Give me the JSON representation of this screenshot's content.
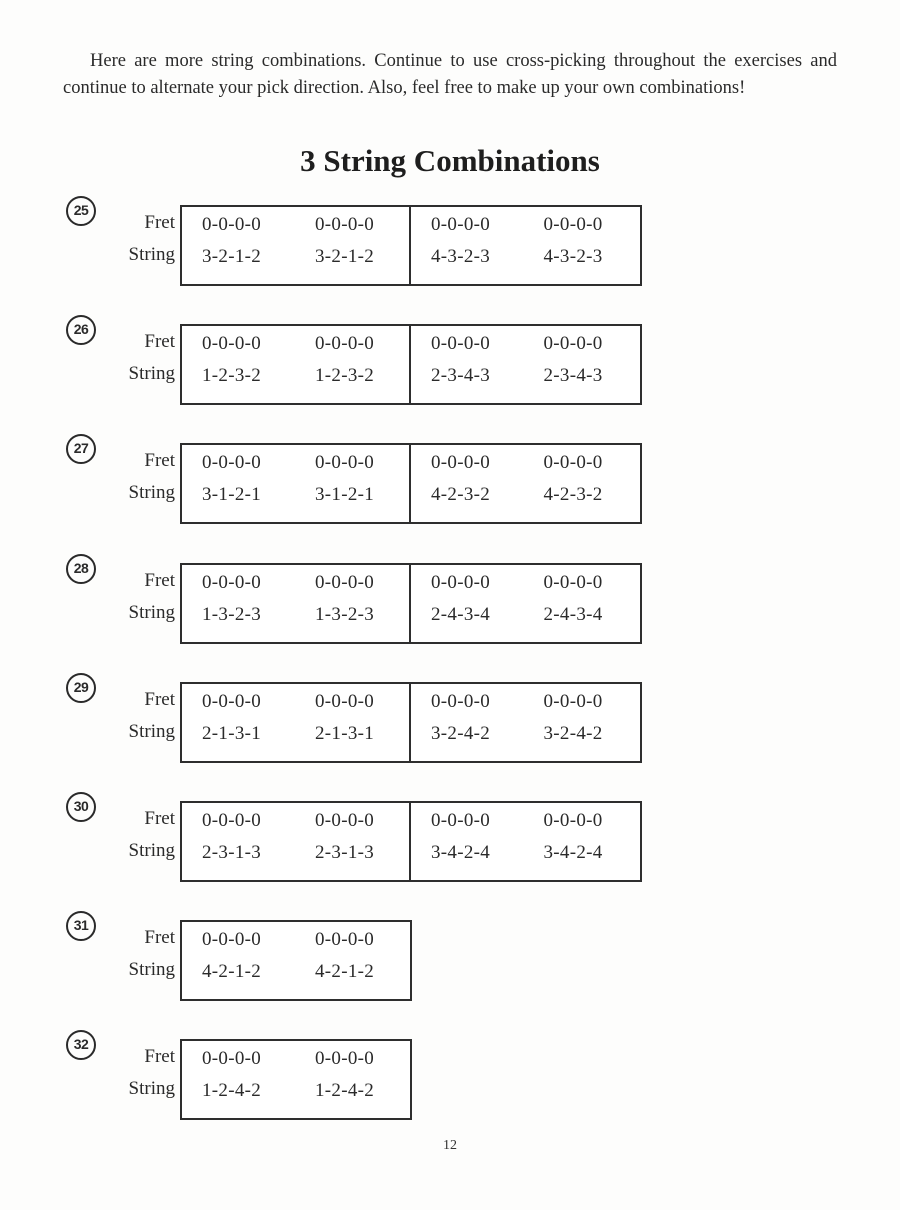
{
  "intro": "Here are more string combinations. Continue to use cross-picking throughout the exercises and continue to alternate your pick direction. Also, feel free to make up your own combinations!",
  "title": "3 String Combinations",
  "labels": {
    "fret": "Fret",
    "string": "String"
  },
  "exercises": [
    {
      "number": "25",
      "groups": [
        {
          "cells": [
            {
              "fret": "0-0-0-0",
              "string": "3-2-1-2"
            },
            {
              "fret": "0-0-0-0",
              "string": "3-2-1-2"
            }
          ]
        },
        {
          "cells": [
            {
              "fret": "0-0-0-0",
              "string": "4-3-2-3"
            },
            {
              "fret": "0-0-0-0",
              "string": "4-3-2-3"
            }
          ]
        }
      ]
    },
    {
      "number": "26",
      "groups": [
        {
          "cells": [
            {
              "fret": "0-0-0-0",
              "string": "1-2-3-2"
            },
            {
              "fret": "0-0-0-0",
              "string": "1-2-3-2"
            }
          ]
        },
        {
          "cells": [
            {
              "fret": "0-0-0-0",
              "string": "2-3-4-3"
            },
            {
              "fret": "0-0-0-0",
              "string": "2-3-4-3"
            }
          ]
        }
      ]
    },
    {
      "number": "27",
      "groups": [
        {
          "cells": [
            {
              "fret": "0-0-0-0",
              "string": "3-1-2-1"
            },
            {
              "fret": "0-0-0-0",
              "string": "3-1-2-1"
            }
          ]
        },
        {
          "cells": [
            {
              "fret": "0-0-0-0",
              "string": "4-2-3-2"
            },
            {
              "fret": "0-0-0-0",
              "string": "4-2-3-2"
            }
          ]
        }
      ]
    },
    {
      "number": "28",
      "groups": [
        {
          "cells": [
            {
              "fret": "0-0-0-0",
              "string": "1-3-2-3"
            },
            {
              "fret": "0-0-0-0",
              "string": "1-3-2-3"
            }
          ]
        },
        {
          "cells": [
            {
              "fret": "0-0-0-0",
              "string": "2-4-3-4"
            },
            {
              "fret": "0-0-0-0",
              "string": "2-4-3-4"
            }
          ]
        }
      ]
    },
    {
      "number": "29",
      "groups": [
        {
          "cells": [
            {
              "fret": "0-0-0-0",
              "string": "2-1-3-1"
            },
            {
              "fret": "0-0-0-0",
              "string": "2-1-3-1"
            }
          ]
        },
        {
          "cells": [
            {
              "fret": "0-0-0-0",
              "string": "3-2-4-2"
            },
            {
              "fret": "0-0-0-0",
              "string": "3-2-4-2"
            }
          ]
        }
      ]
    },
    {
      "number": "30",
      "groups": [
        {
          "cells": [
            {
              "fret": "0-0-0-0",
              "string": "2-3-1-3"
            },
            {
              "fret": "0-0-0-0",
              "string": "2-3-1-3"
            }
          ]
        },
        {
          "cells": [
            {
              "fret": "0-0-0-0",
              "string": "3-4-2-4"
            },
            {
              "fret": "0-0-0-0",
              "string": "3-4-2-4"
            }
          ]
        }
      ]
    },
    {
      "number": "31",
      "groups": [
        {
          "cells": [
            {
              "fret": "0-0-0-0",
              "string": "4-2-1-2"
            },
            {
              "fret": "0-0-0-0",
              "string": "4-2-1-2"
            }
          ]
        }
      ]
    },
    {
      "number": "32",
      "groups": [
        {
          "cells": [
            {
              "fret": "0-0-0-0",
              "string": "1-2-4-2"
            },
            {
              "fret": "0-0-0-0",
              "string": "1-2-4-2"
            }
          ]
        }
      ]
    }
  ],
  "page_number": "12"
}
